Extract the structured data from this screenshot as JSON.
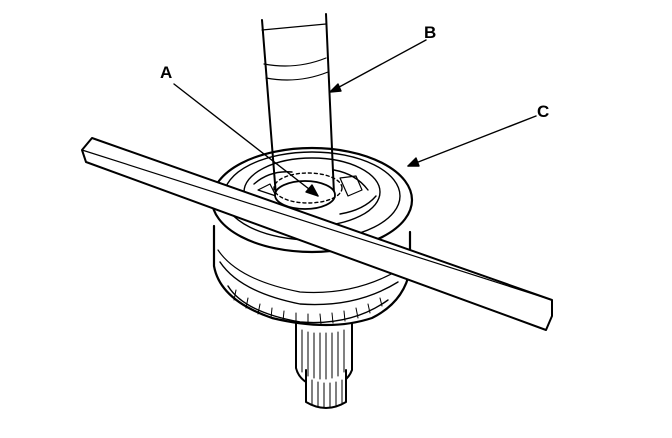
{
  "labels": {
    "a": "A",
    "b": "B",
    "c": "C"
  },
  "colors": {
    "line": "#000000",
    "background": "#ffffff"
  }
}
